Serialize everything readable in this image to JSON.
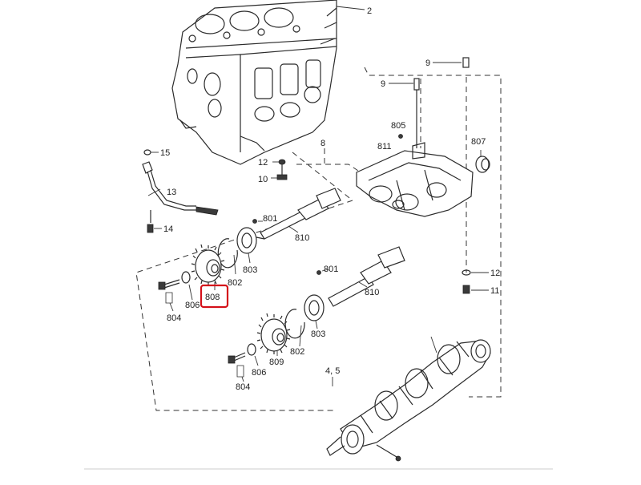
{
  "diagram": {
    "labels": {
      "p2": "2",
      "p9a": "9",
      "p9b": "9",
      "p805": "805",
      "p807": "807",
      "p8": "8",
      "p811": "811",
      "p15": "15",
      "p12a": "12",
      "p10": "10",
      "p13": "13",
      "p14": "14",
      "p801a": "801",
      "p810a": "810",
      "p803a": "803",
      "p802a": "802",
      "p801b": "801",
      "p810b": "810",
      "p12b": "12",
      "p11": "11",
      "p804a": "804",
      "p806a": "806",
      "p808": "808",
      "p803b": "803",
      "p802b": "802",
      "p809": "809",
      "p806b": "806",
      "p804b": "804",
      "p45": "4, 5"
    },
    "highlight": {
      "part": "808",
      "color": "#d4111a"
    }
  }
}
